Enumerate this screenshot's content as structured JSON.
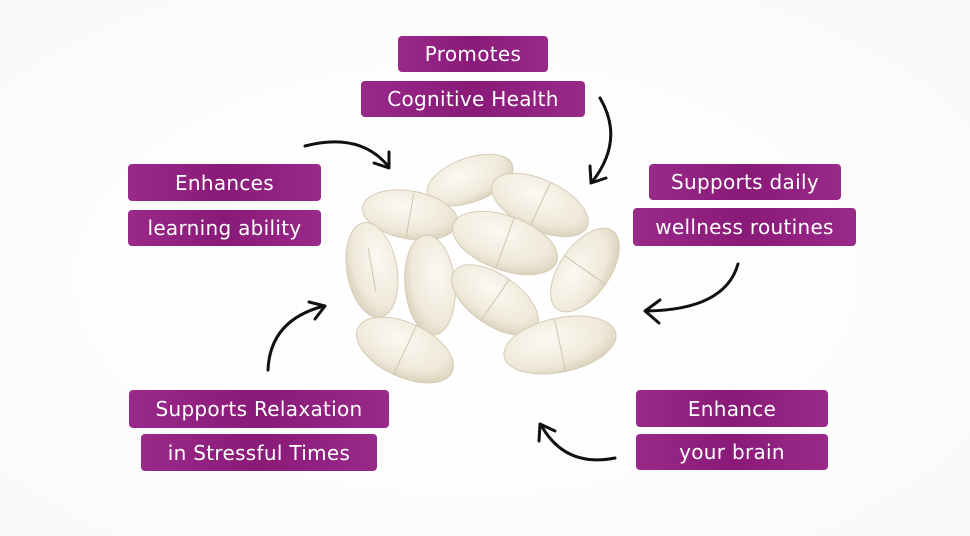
{
  "labels": {
    "promotes": "Promotes",
    "cognitive_health": "Cognitive Health",
    "enhances": "Enhances",
    "learning_ability": "learning ability",
    "supports_daily": "Supports daily",
    "wellness_routines": "wellness routines",
    "supports_relaxation": "Supports Relaxation",
    "stressful_times": "in Stressful Times",
    "enhance": "Enhance",
    "your_brain": "your brain"
  },
  "colors": {
    "tag": "#8e1f7e",
    "arrow": "#111111",
    "pill": "#f3efe3"
  }
}
